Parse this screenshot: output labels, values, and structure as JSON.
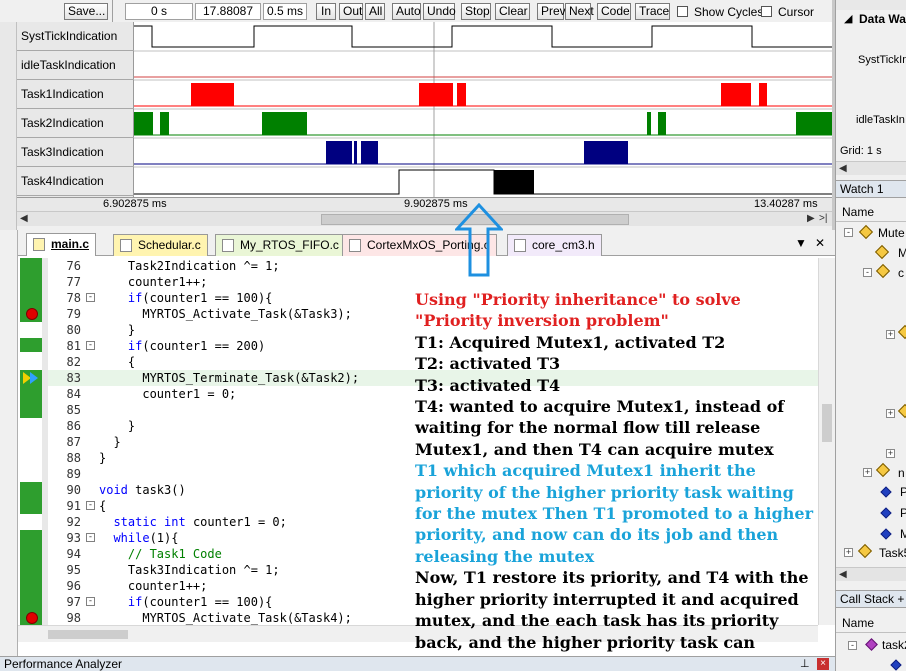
{
  "toolbar": {
    "save_label": "Save...",
    "start_time": "0 s",
    "span_time": "17.88087 ms",
    "grid_time": "0.5 ms",
    "zoom_in": "In",
    "zoom_out": "Out",
    "zoom_all": "All",
    "auto": "Auto",
    "undo": "Undo",
    "stop": "Stop",
    "clear": "Clear",
    "prev": "Prev",
    "next": "Next",
    "code": "Code",
    "trace": "Trace",
    "show_cycles": "Show Cycles",
    "cursor": "Cursor"
  },
  "signals": [
    {
      "name": "SystTickIndication",
      "color": "#000000"
    },
    {
      "name": "idleTaskIndication",
      "color": "#000000"
    },
    {
      "name": "Task1Indication",
      "color": "#ff0000"
    },
    {
      "name": "Task2Indication",
      "color": "#008000"
    },
    {
      "name": "Task3Indication",
      "color": "#000080"
    },
    {
      "name": "Task4Indication",
      "color": "#000000"
    }
  ],
  "time_axis": {
    "left": "6.902875 ms",
    "center": "9.902875 ms",
    "right": "13.40287 ms",
    "scroll_right_label": ">|"
  },
  "tabs": [
    {
      "label": "main.c",
      "active": true,
      "color": "#fff4b0"
    },
    {
      "label": "Schedular.c",
      "active": false,
      "color": "#fff4b0"
    },
    {
      "label": "My_RTOS_FIFO.c",
      "active": false,
      "color": "#eaf6d6"
    },
    {
      "label": "CortexMxOS_Porting.c",
      "active": false,
      "color": "#fde6e6"
    },
    {
      "label": "core_cm3.h",
      "active": false,
      "color": "#f2eafa"
    }
  ],
  "code_lines": [
    {
      "n": "76",
      "segs": [
        [
          "    Task2Indication ^= 1;",
          ""
        ]
      ]
    },
    {
      "n": "77",
      "segs": [
        [
          "    counter1++;",
          ""
        ]
      ]
    },
    {
      "n": "78",
      "fold": "-",
      "segs": [
        [
          "    ",
          ""
        ],
        [
          "if",
          "kw"
        ],
        [
          "(counter1 == 100){",
          ""
        ]
      ]
    },
    {
      "n": "79",
      "segs": [
        [
          "      MYRTOS_Activate_Task(&Task3);",
          ""
        ]
      ]
    },
    {
      "n": "80",
      "segs": [
        [
          "    }",
          ""
        ]
      ]
    },
    {
      "n": "81",
      "fold": "-",
      "segs": [
        [
          "    ",
          ""
        ],
        [
          "if",
          "kw"
        ],
        [
          "(counter1 == 200)",
          ""
        ]
      ]
    },
    {
      "n": "82",
      "segs": [
        [
          "    {",
          ""
        ]
      ]
    },
    {
      "n": "83",
      "hl": true,
      "segs": [
        [
          "      MYRTOS_Terminate_Task(&Task2);",
          ""
        ]
      ]
    },
    {
      "n": "84",
      "segs": [
        [
          "      counter1 = 0;",
          ""
        ]
      ]
    },
    {
      "n": "85",
      "segs": [
        [
          "",
          ""
        ]
      ]
    },
    {
      "n": "86",
      "segs": [
        [
          "    }",
          ""
        ]
      ]
    },
    {
      "n": "87",
      "segs": [
        [
          "  }",
          ""
        ]
      ]
    },
    {
      "n": "88",
      "segs": [
        [
          "}",
          ""
        ]
      ]
    },
    {
      "n": "89",
      "segs": [
        [
          "",
          ""
        ]
      ]
    },
    {
      "n": "90",
      "segs": [
        [
          "void",
          "kw"
        ],
        [
          " task3()",
          ""
        ]
      ]
    },
    {
      "n": "91",
      "fold": "-",
      "segs": [
        [
          "{",
          ""
        ]
      ]
    },
    {
      "n": "92",
      "segs": [
        [
          "  ",
          ""
        ],
        [
          "static",
          "kw"
        ],
        [
          " ",
          ""
        ],
        [
          "int",
          "kw"
        ],
        [
          " counter1 = 0;",
          ""
        ]
      ]
    },
    {
      "n": "93",
      "fold": "-",
      "segs": [
        [
          "  ",
          ""
        ],
        [
          "while",
          "kw"
        ],
        [
          "(1){",
          ""
        ]
      ]
    },
    {
      "n": "94",
      "segs": [
        [
          "    ",
          ""
        ],
        [
          "// Task1 Code",
          "cm"
        ]
      ]
    },
    {
      "n": "95",
      "segs": [
        [
          "    Task3Indication ^= 1;",
          ""
        ]
      ]
    },
    {
      "n": "96",
      "segs": [
        [
          "    counter1++;",
          ""
        ]
      ]
    },
    {
      "n": "97",
      "fold": "-",
      "segs": [
        [
          "    ",
          ""
        ],
        [
          "if",
          "kw"
        ],
        [
          "(counter1 == 100){",
          ""
        ]
      ]
    },
    {
      "n": "98",
      "segs": [
        [
          "      MYRTOS_Activate_Task(&Task4);",
          ""
        ]
      ]
    }
  ],
  "annotation": [
    {
      "text": "Using \"Priority inheritance\" to solve \"Priority inversion problem\"",
      "color": "red"
    },
    {
      "text": "T1: Acquired Mutex1, activated T2",
      "color": "black"
    },
    {
      "text": "T2: activated T3",
      "color": "black"
    },
    {
      "text": "T3: activated T4",
      "color": "black"
    },
    {
      "text": "T4: wanted to acquire Mutex1, instead of waiting for the normal flow till release Mutex1, and then T4 can acquire mutex",
      "color": "black"
    },
    {
      "text": "T1 which acquired Mutex1 inherit the priority of the higher priority task waiting for the mutex Then T1 promoted to a higher priority, and now can do its job and then releasing the mutex",
      "color": "blue"
    },
    {
      "text": "Now, T1 restore its priority, and T4 with the higher priority interrupted it and acquired mutex, and the each task has its priority back, and the higher priority task can interrupt the lower priority ones",
      "color": "black"
    }
  ],
  "right_pane": {
    "data_window_title": "Data Wa",
    "data_items": [
      "SystTickIn",
      "idleTaskIn"
    ],
    "grid": "Grid: 1 s",
    "watch_title": "Watch 1",
    "watch_col": "Name",
    "watch_root": "Mute",
    "watch_task": "Task5",
    "watch_n": "n",
    "callstack_title": "Call Stack + L",
    "callstack_col": "Name",
    "callstack_item": "task2"
  },
  "bottom_panel": {
    "title": "Performance Analyzer",
    "pin": "⊥",
    "close": "×"
  }
}
